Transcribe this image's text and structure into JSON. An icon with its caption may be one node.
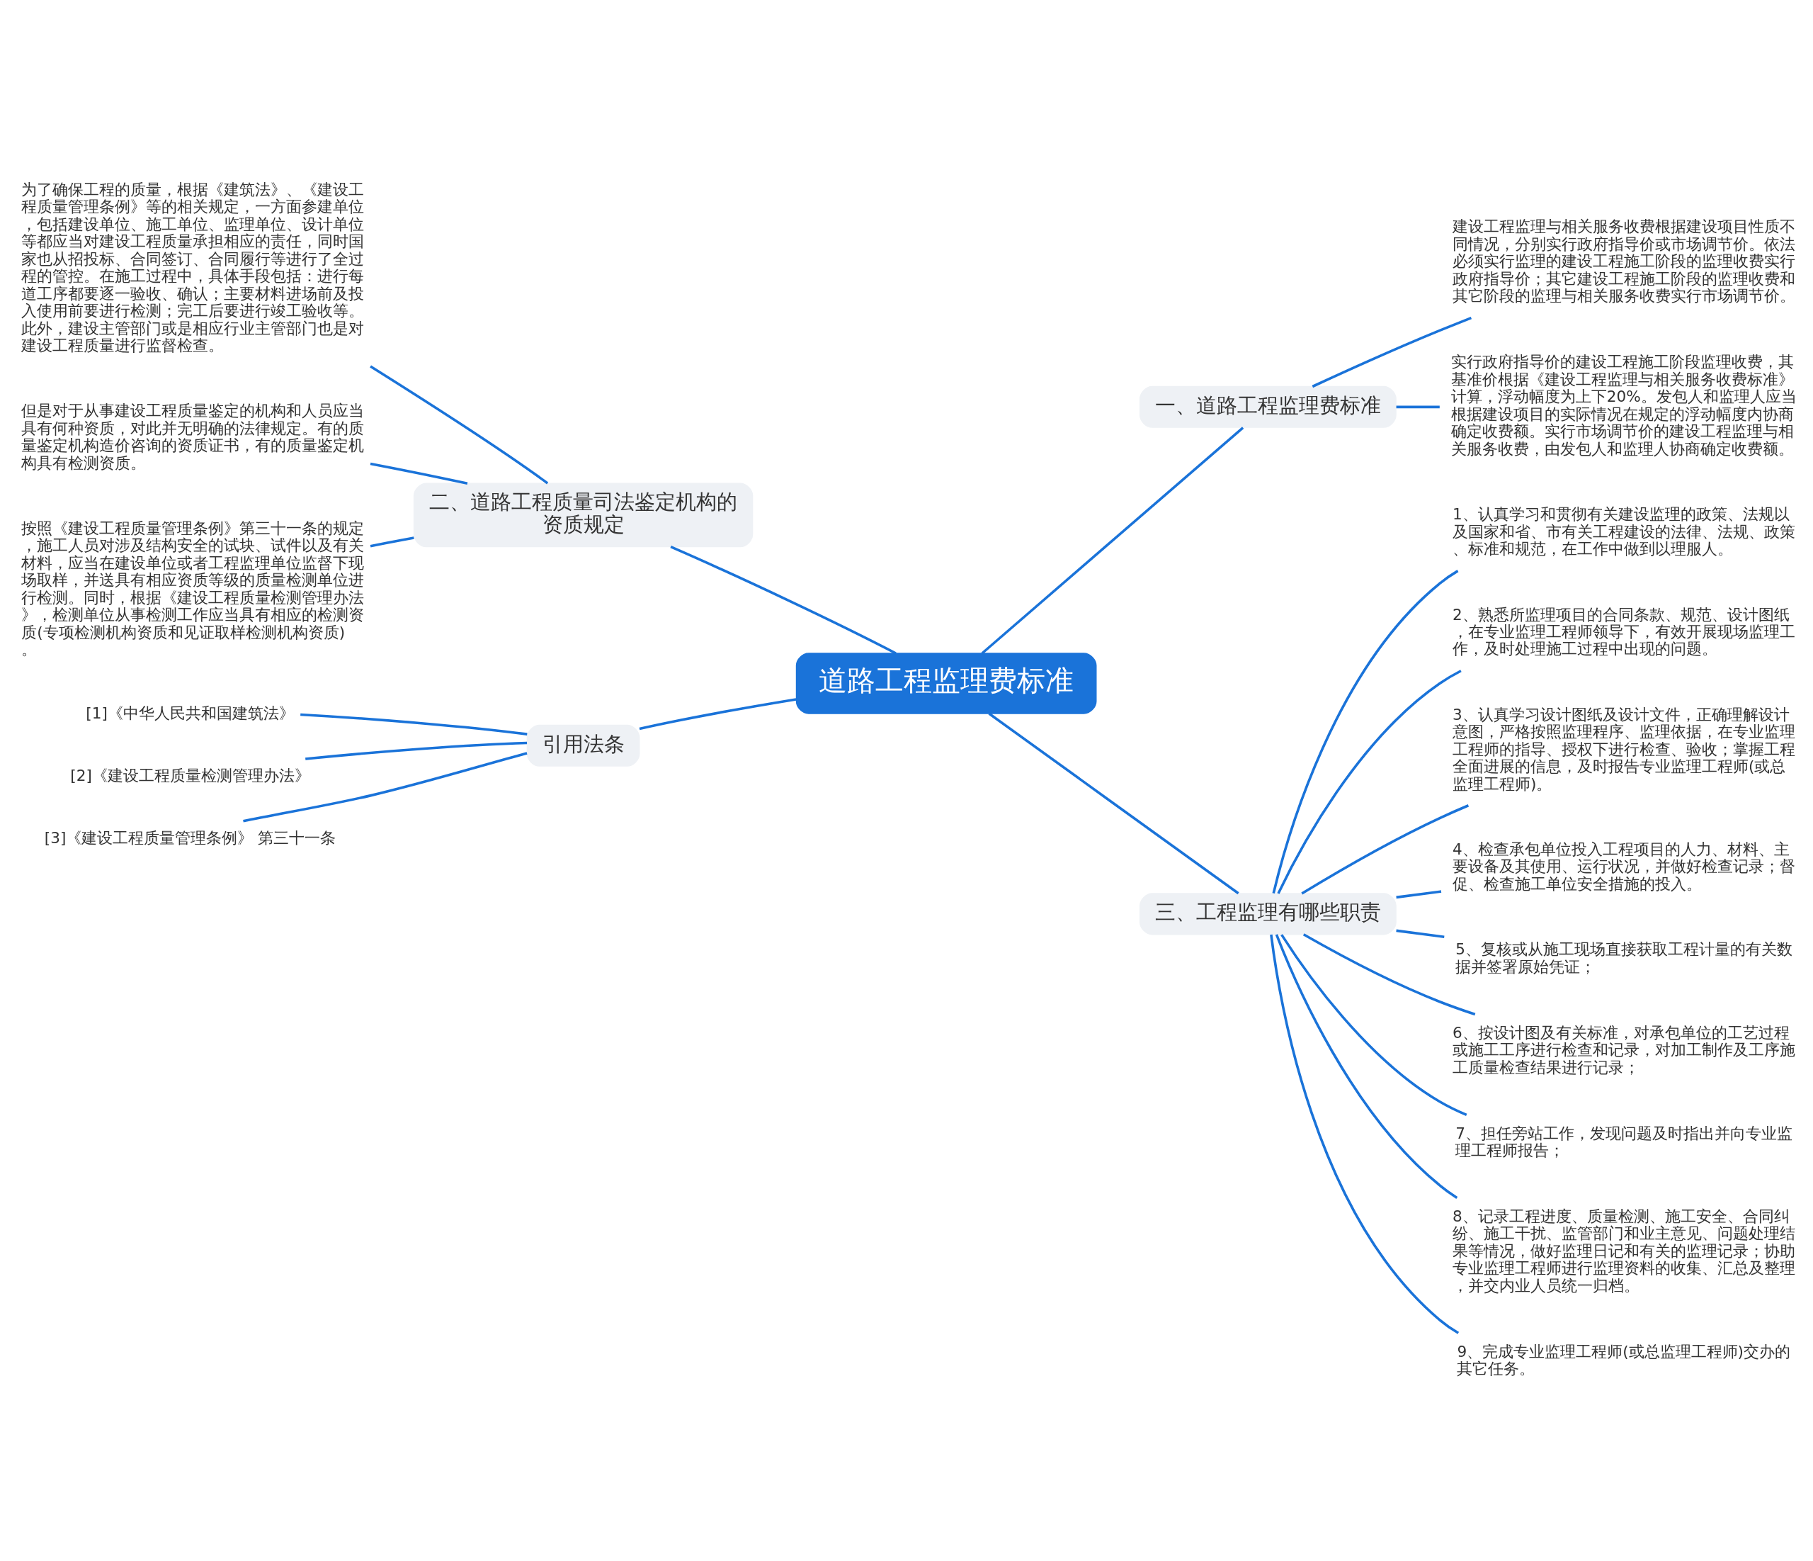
{
  "diagram": {
    "nodes": [
      {
        "text": [
          "道路工程监理费标准"
        ]
      },
      {
        "text": [
          "一、道路工程监理费标准"
        ]
      },
      {
        "text": [
          "建设工程监理与相关服务收费根据建设项目性质不同情况，分别实行政府指导价或市场调节价。依法必须实行监理的建设工程施工阶段的监理收费实行政府指导价；其它建设工程施工阶段的监理收费和其它阶段的监理与相关服务收费实行市场调节价。"
        ]
      },
      {
        "text": [
          "实行政府指导价的建设工程施工阶段监理收费，其基准价根据《建设工程监理与相关服务收费标准》计算，浮动幅度为上下20%。发包人和监理人应当根据建设项目的实际情况在规定的浮动幅度内协商确定收费额。实行市场调节价的建设工程监理与相关服务收费，由发包人和监理人协商确定收费额。"
        ]
      },
      {
        "text": [
          "二、道路工程质量司法鉴定机构的资质规定"
        ]
      },
      {
        "text": [
          "为了确保工程的质量，根据《建筑法》、《建设工程质量管理条例》等的相关规定，一方面参建单位，包括建设单位、施工单位、监理单位、设计单位等都应当对建设工程质量承担相应的责任，同时国家也从招投标、合同签订、合同履行等进行了全过程的管控。在施工过程中，具体手段包括：进行每道工序都要逐一验收、确认；主要材料进场前及投入使用前要进行检测；完工后要进行竣工验收等。此外，建设主管部门或是相应行业主管部门也是对建设工程质量进行监督检查。"
        ]
      },
      {
        "text": [
          "但是对于从事建设工程质量鉴定的机构和人员应当具有何种资质，对此并无明确的法律规定。有的质量鉴定机构造价咨询的资质证书，有的质量鉴定机构具有检测资质。"
        ]
      },
      {
        "text": [
          "按照《建设工程质量管理条例》第三十一条的规定，施工人员对涉及结构安全的试块、试件以及有关材料，应当在建设单位或者工程监理单位监督下现场取样，并送具有相应资质等级的质量检测单位进行检测。同时，根据《建设工程质量检测管理办法》，检测单位从事检测工作应当具有相应的检测资质(专项检测机构资质和见证取样检测机构资质)。"
        ]
      },
      {
        "text": [
          "引用法条"
        ]
      },
      {
        "text": [
          "[1]《中华人民共和国建筑法》"
        ]
      },
      {
        "text": [
          "[2]《建设工程质量检测管理办法》"
        ]
      },
      {
        "text": [
          "[3]《建设工程质量管理条例》 第三十一条"
        ]
      },
      {
        "text": [
          "三、工程监理有哪些职责"
        ]
      },
      {
        "text": [
          "1、认真学习和贯彻有关建设监理的政策、法规以及国家和省、市有关工程建设的法律、法规、政策、标准和规范，在工作中做到以理服人。"
        ]
      },
      {
        "text": [
          "2、熟悉所监理项目的合同条款、规范、设计图纸，在专业监理工程师领导下，有效开展现场监理工作，及时处理施工过程中出现的问题。"
        ]
      },
      {
        "text": [
          "3、认真学习设计图纸及设计文件，正确理解设计意图，严格按照监理程序、监理依据，在专业监理工程师的指导、授权下进行检查、验收；掌握工程全面进展的信息，及时报告专业监理工程师(或总监理工程师)。"
        ]
      },
      {
        "text": [
          "4、检查承包单位投入工程项目的人力、材料、主要设备及其使用、运行状况，并做好检查记录；督促、检查施工单位安全措施的投入。"
        ]
      },
      {
        "text": [
          "5、复核或从施工现场直接获取工程计量的有关数据并签署原始凭证；"
        ]
      },
      {
        "text": [
          "6、按设计图及有关标准，对承包单位的工艺过程或施工工序进行检查和记录，对加工制作及工序施工质量检查结果进行记录；"
        ]
      },
      {
        "text": [
          "7、担任旁站工作，发现问题及时指出并向专业监理工程师报告；"
        ]
      },
      {
        "text": [
          "8、记录工程进度、质量检测、施工安全、合同纠纷、施工干扰、监管部门和业主意见、问题处理结果等情况，做好监理日记和有关的监理记录；协助专业监理工程师进行监理资料的收集、汇总及整理，并交内业人员统一归档。"
        ]
      },
      {
        "text": [
          "9、完成专业监理工程师(或总监理工程师)交办的其它任务。"
        ]
      }
    ],
    "edges": [
      {
        "from": 0,
        "to": 1,
        "arrow": "none"
      },
      {
        "from": 1,
        "to": 2,
        "arrow": "none"
      },
      {
        "from": 1,
        "to": 3,
        "arrow": "none"
      },
      {
        "from": 0,
        "to": 4,
        "arrow": "none"
      },
      {
        "from": 4,
        "to": 5,
        "arrow": "none"
      },
      {
        "from": 4,
        "to": 6,
        "arrow": "none"
      },
      {
        "from": 4,
        "to": 7,
        "arrow": "none"
      },
      {
        "from": 0,
        "to": 8,
        "arrow": "none"
      },
      {
        "from": 8,
        "to": 9,
        "arrow": "none"
      },
      {
        "from": 8,
        "to": 10,
        "arrow": "none"
      },
      {
        "from": 8,
        "to": 11,
        "arrow": "none"
      },
      {
        "from": 0,
        "to": 12,
        "arrow": "none"
      },
      {
        "from": 12,
        "to": 13,
        "arrow": "none"
      },
      {
        "from": 12,
        "to": 14,
        "arrow": "none"
      },
      {
        "from": 12,
        "to": 15,
        "arrow": "none"
      },
      {
        "from": 12,
        "to": 16,
        "arrow": "none"
      },
      {
        "from": 12,
        "to": 17,
        "arrow": "none"
      },
      {
        "from": 12,
        "to": 18,
        "arrow": "none"
      },
      {
        "from": 12,
        "to": 19,
        "arrow": "none"
      },
      {
        "from": 12,
        "to": 20,
        "arrow": "none"
      },
      {
        "from": 12,
        "to": 21,
        "arrow": "none"
      }
    ]
  }
}
